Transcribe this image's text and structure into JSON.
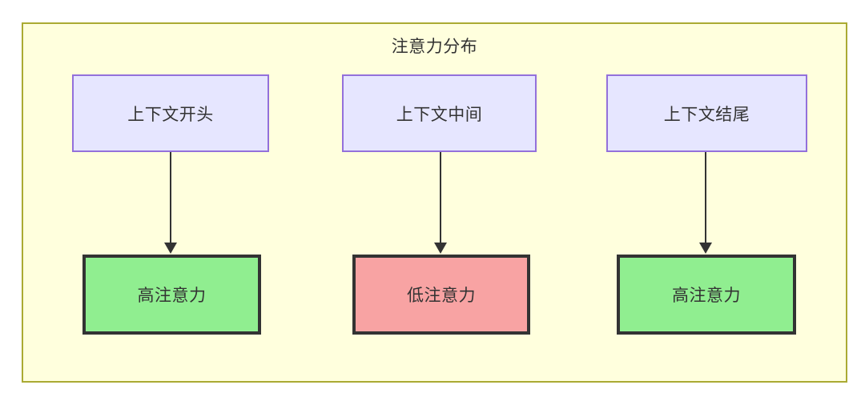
{
  "diagram": {
    "title": "注意力分布",
    "type": "flowchart",
    "background_color": "#ffffdd",
    "border_color": "#aaaa33",
    "columns": [
      {
        "id": "col-1",
        "source": {
          "label": "上下文开头",
          "fill": "#e6e6ff",
          "stroke": "#9370db"
        },
        "target": {
          "label": "高注意力",
          "fill": "#90ee90",
          "stroke": "#333333"
        },
        "edge": {
          "arrow": "down"
        }
      },
      {
        "id": "col-2",
        "source": {
          "label": "上下文中间",
          "fill": "#e6e6ff",
          "stroke": "#9370db"
        },
        "target": {
          "label": "低注意力",
          "fill": "#f8a3a3",
          "stroke": "#333333"
        },
        "edge": {
          "arrow": "down"
        }
      },
      {
        "id": "col-3",
        "source": {
          "label": "上下文结尾",
          "fill": "#e6e6ff",
          "stroke": "#9370db"
        },
        "target": {
          "label": "高注意力",
          "fill": "#90ee90",
          "stroke": "#333333"
        },
        "edge": {
          "arrow": "down"
        }
      }
    ]
  }
}
